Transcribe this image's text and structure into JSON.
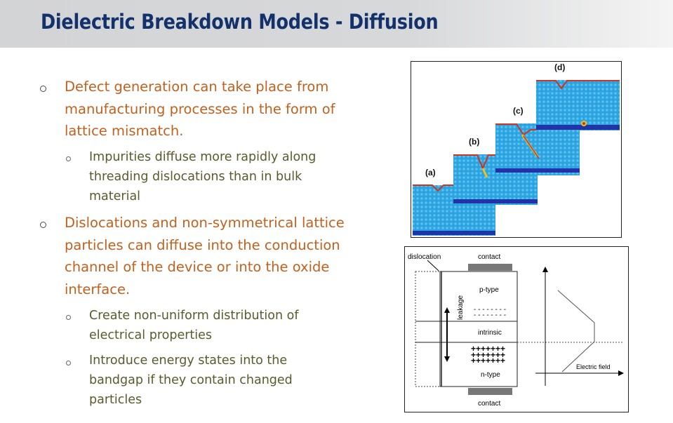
{
  "slide": {
    "title": "Dielectric Breakdown Models - Diffusion"
  },
  "bullets": [
    {
      "level": 1,
      "text": "Defect generation can take place from manufacturing processes in the form of lattice mismatch."
    },
    {
      "level": 2,
      "text": "Impurities diffuse more rapidly along threading dislocations than in bulk material"
    },
    {
      "level": 1,
      "text": "Dislocations and non-symmetrical lattice particles can diffuse into the conduction channel of the device or into the oxide interface."
    },
    {
      "level": 2,
      "text": "Create non-uniform distribution of electrical properties"
    },
    {
      "level": 2,
      "text": "Introduce energy states into the bandgap if they contain changed particles"
    }
  ],
  "figure_top": {
    "panel_labels": [
      "(a)",
      "(b)",
      "(c)",
      "(d)"
    ]
  },
  "figure_bottom": {
    "labels": {
      "dislocation": "dislocation",
      "contact_top": "contact",
      "p_type": "p-type",
      "leakage": "leakage",
      "intrinsic": "intrinsic",
      "n_type": "n-type",
      "contact_bottom": "contact",
      "electric_field": "Electric field",
      "minus_row": "- - - - - - - -",
      "plus_row": "+++++++"
    }
  },
  "colors": {
    "title": "#13316b",
    "bullet_l1": "#c0611f",
    "bullet_l2": "#5a5a2c",
    "lattice": "#2aa3e0",
    "surface": "#d0331f",
    "base": "#2233aa"
  }
}
